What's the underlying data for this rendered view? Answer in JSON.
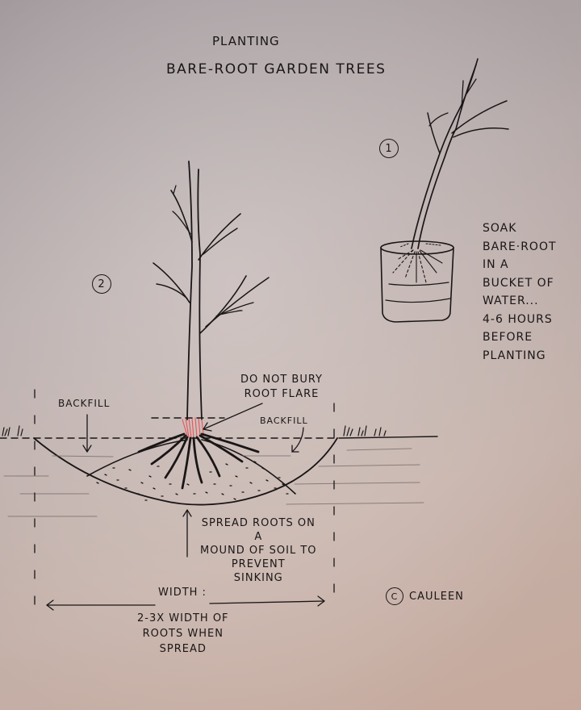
{
  "title": {
    "line1": "Planting",
    "line2": "Bare-Root Garden Trees"
  },
  "steps": [
    {
      "number": "1",
      "caption": "Soak\nbare·root\nin a\nbucket of\nwater...\n4-6 hours\nbefore\nplanting"
    },
    {
      "number": "2"
    }
  ],
  "annotations": {
    "root_flare": "Do not bury\nroot flare",
    "backfill_left": "Backfill",
    "backfill_right": "Backfill",
    "spread_roots": "Spread roots on\na\nmound of soil to\nprevent\nsinking",
    "width_label": "Width :",
    "width_desc": "2-3x width of\nroots when\nspread"
  },
  "credit": {
    "symbol": "c",
    "name": "Cauleen"
  },
  "colors": {
    "ink": "#1a1616",
    "root_flare_highlight": "#e8545a",
    "paper_top": "#9b9397",
    "paper_bottom": "#c6a99c"
  }
}
